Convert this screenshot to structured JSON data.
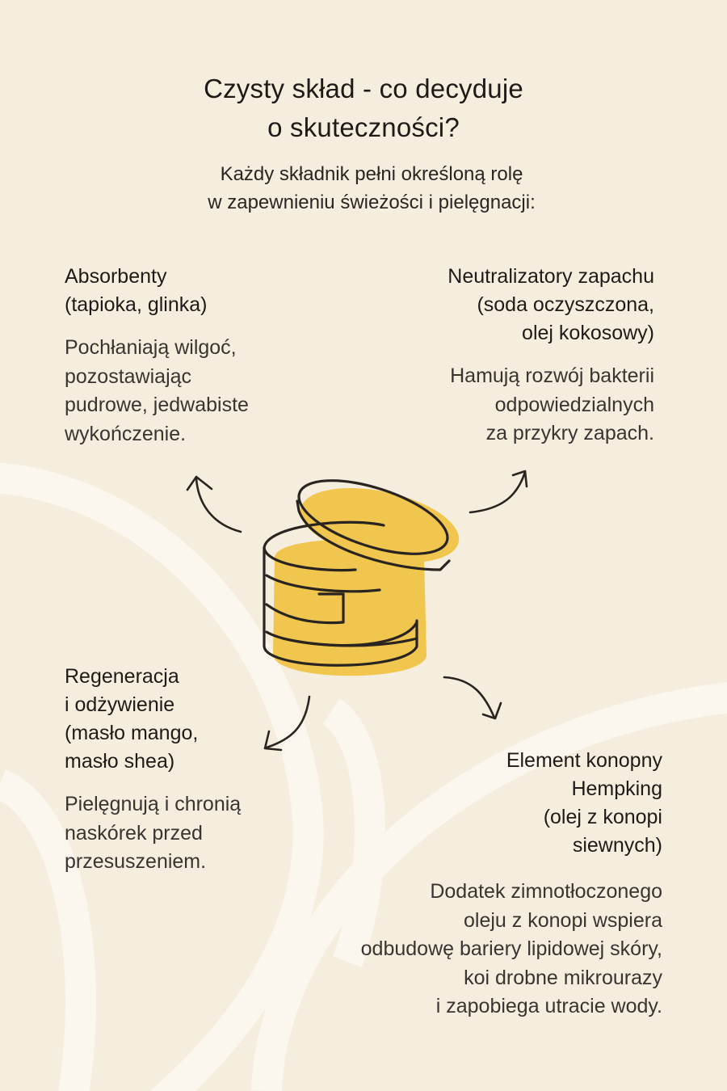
{
  "title": {
    "line1": "Czysty skład - co decyduje",
    "line2": "o skuteczności?"
  },
  "subtitle": {
    "line1": "Każdy składnik pełni określoną rolę",
    "line2": "w zapewnieniu świeżości i pielęgnacji:"
  },
  "blocks": [
    {
      "heading": [
        "Absorbenty",
        "(tapioka, glinka)"
      ],
      "body": [
        "Pochłaniają wilgoć,",
        "pozostawiając",
        "pudrowe, jedwabiste",
        "wykończenie."
      ]
    },
    {
      "heading": [
        "Neutralizatory zapachu",
        "(soda oczyszczona,",
        "olej kokosowy)"
      ],
      "body": [
        "Hamują rozwój bakterii",
        "odpowiedzialnych",
        "za przykry zapach."
      ]
    },
    {
      "heading": [
        "Regeneracja",
        "i odżywienie",
        "(masło mango,",
        "masło shea)"
      ],
      "body": [
        "Pielęgnują i chronią",
        "naskórek przed",
        "przesuszeniem."
      ]
    },
    {
      "heading": [
        "Element konopny",
        "Hempking",
        "(olej z konopi",
        "siewnych)"
      ],
      "body": [
        "Dodatek zimnotłoczonego",
        "oleju z konopi wspiera",
        "odbudowę bariery lipidowej skóry,",
        "koi drobne mikrourazy",
        "i zapobiega utracie wody."
      ]
    }
  ],
  "colors": {
    "background": "#f5eedf",
    "decor_curves": "#fbf7ee",
    "accent_yellow": "#f0c64e",
    "ink": "#1f1a17"
  },
  "icons": {
    "center": "jar-with-lid-icon",
    "arrows": [
      "arrow-up-left-icon",
      "arrow-up-right-icon",
      "arrow-down-left-icon",
      "arrow-down-right-icon"
    ]
  }
}
